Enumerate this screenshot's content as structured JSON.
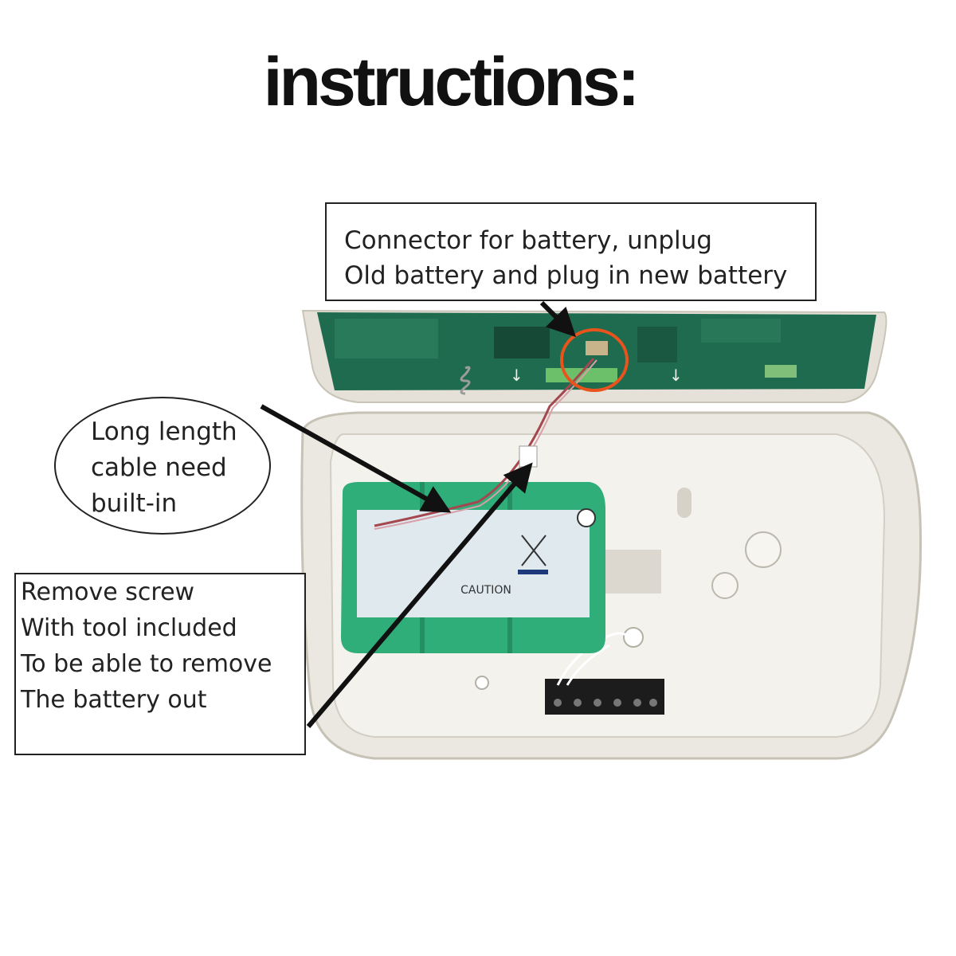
{
  "title": "instructions:",
  "callouts": {
    "connector": {
      "lines": [
        "Connector for battery, unplug",
        "Old battery and plug in new battery"
      ]
    },
    "cable": {
      "lines": [
        "Long length",
        "cable need",
        "built-in"
      ]
    },
    "screw": {
      "lines": [
        "Remove screw",
        "With tool included",
        "To be able to remove",
        "The battery out"
      ]
    }
  },
  "colors": {
    "pcb": "#1f6b4f",
    "battery": "#2fae7a",
    "housing": "#e9e6df",
    "highlight_circle": "#e8541c",
    "arrow": "#111111"
  }
}
